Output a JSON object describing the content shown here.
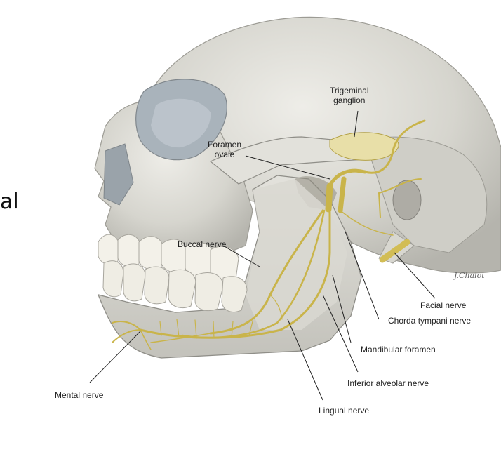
{
  "edge_text": "al",
  "labels": {
    "trigeminal_ganglion": [
      "Trigeminal",
      "ganglion"
    ],
    "foramen_ovale": [
      "Foramen",
      "ovale"
    ],
    "buccal_nerve": "Buccal nerve",
    "facial_nerve": "Facial nerve",
    "chorda_tympani_nerve": "Chorda tympani nerve",
    "mandibular_foramen": "Mandibular foramen",
    "inferior_alveolar_nerve": "Inferior alveolar nerve",
    "mental_nerve": "Mental nerve",
    "lingual_nerve": "Lingual nerve"
  },
  "signature": "J.Chalot",
  "colors": {
    "bone": "#dcdbd5",
    "bone_shadow": "#b9b8b1",
    "orbit": "#a9b3bb",
    "teeth": "#f3f1e9",
    "nerve": "#c9b44a",
    "nerve_dark": "#9e8a2c",
    "leader": "#222222"
  }
}
